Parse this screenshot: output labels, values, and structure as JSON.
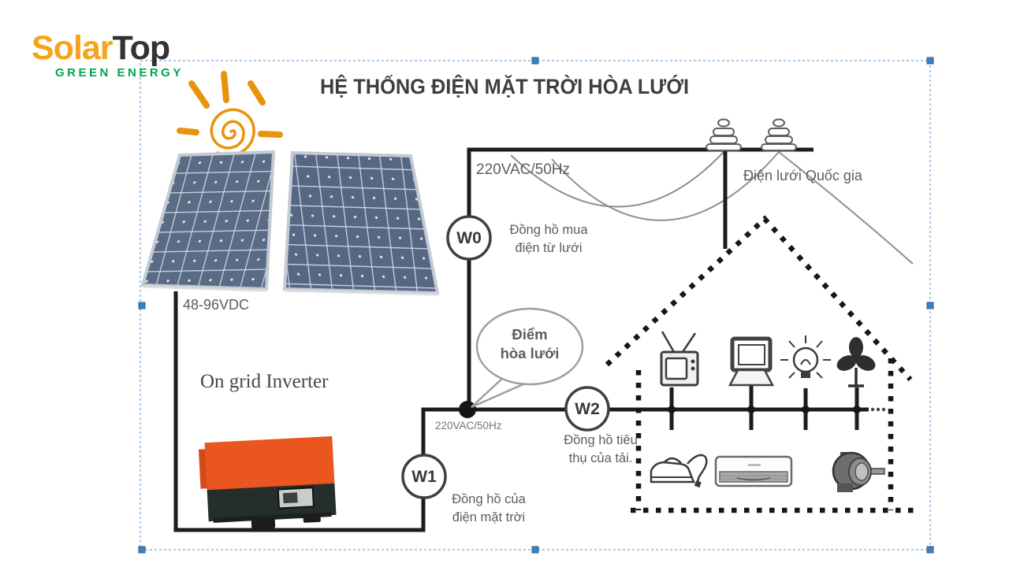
{
  "logo": {
    "part1": "Solar",
    "part2": "Top",
    "subtitle": "GREEN ENERGY",
    "colors": {
      "part1": "#F6A41C",
      "part2": "#333333",
      "subtitle": "#00A551"
    }
  },
  "diagram": {
    "title": "HỆ THỐNG ĐIỆN MẶT TRỜI HÒA LƯỚI",
    "labels": {
      "ac_top": "220VAC/50Hz",
      "ac_junction": "220VAC/50Hz",
      "dc_voltage": "48-96VDC",
      "inverter": "On grid Inverter",
      "national_grid": "Điện lưới Quốc gia"
    },
    "bubble": {
      "line1": "Điểm",
      "line2": "hòa lưới"
    },
    "meters": {
      "w0": {
        "id": "W0",
        "label_line1": "Đồng hồ mua",
        "label_line2": "điện từ lưới"
      },
      "w1": {
        "id": "W1",
        "label_line1": "Đồng hồ của",
        "label_line2": "điện mặt trời"
      },
      "w2": {
        "id": "W2",
        "label_line1": "Đồng hồ tiêu",
        "label_line2": "thụ của tải."
      }
    },
    "icons": [
      "sun-icon",
      "solar-panel",
      "inverter-image",
      "insulator-icon",
      "tv-icon",
      "computer-icon",
      "lightbulb-icon",
      "fan-icon",
      "iron-icon",
      "air-conditioner-icon",
      "motor-icon",
      "house-outline"
    ],
    "colors": {
      "wire": "#1c1c1c",
      "sun": "#E8930C",
      "inverter_orange": "#E95620",
      "panel_blue": "#5A6B86",
      "selection_blue": "#4A86C8",
      "label_grey": "#5B5D60"
    }
  }
}
